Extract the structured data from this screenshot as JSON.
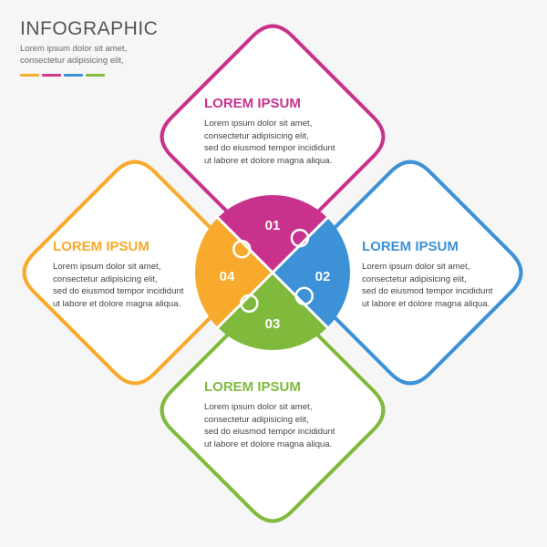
{
  "header": {
    "title": "INFOGRAPHIC",
    "subtitle_line1": "Lorem ipsum dolor sit amet,",
    "subtitle_line2": "consectetur adipisicing elit,",
    "accent_colors": [
      "#f9ad2f",
      "#d13a8f",
      "#3d91d6",
      "#86bc3e"
    ]
  },
  "cards": [
    {
      "number": "01",
      "color": "#c9328c",
      "title": "LOREM IPSUM",
      "lines": [
        "Lorem ipsum dolor sit amet,",
        "consectetur adipisicing elit,",
        "sed do eiusmod tempor incididunt",
        "ut labore et dolore magna aliqua."
      ]
    },
    {
      "number": "02",
      "color": "#3d91d6",
      "title": "LOREM IPSUM",
      "lines": [
        "Lorem ipsum dolor sit amet,",
        "consectetur adipisicing elit,",
        "sed do eiusmod tempor incididunt",
        "ut labore et dolore magna aliqua."
      ]
    },
    {
      "number": "03",
      "color": "#7fba3c",
      "title": "LOREM IPSUM",
      "lines": [
        "Lorem ipsum dolor sit amet,",
        "consectetur adipisicing elit,",
        "sed do eiusmod tempor incididunt",
        "ut labore et dolore magna aliqua."
      ]
    },
    {
      "number": "04",
      "color": "#f7aa2c",
      "title": "LOREM IPSUM",
      "lines": [
        "Lorem ipsum dolor sit amet,",
        "consectetur adipisicing elit,",
        "sed do eiusmod tempor incididunt",
        "ut labore et dolore magna aliqua."
      ]
    }
  ]
}
